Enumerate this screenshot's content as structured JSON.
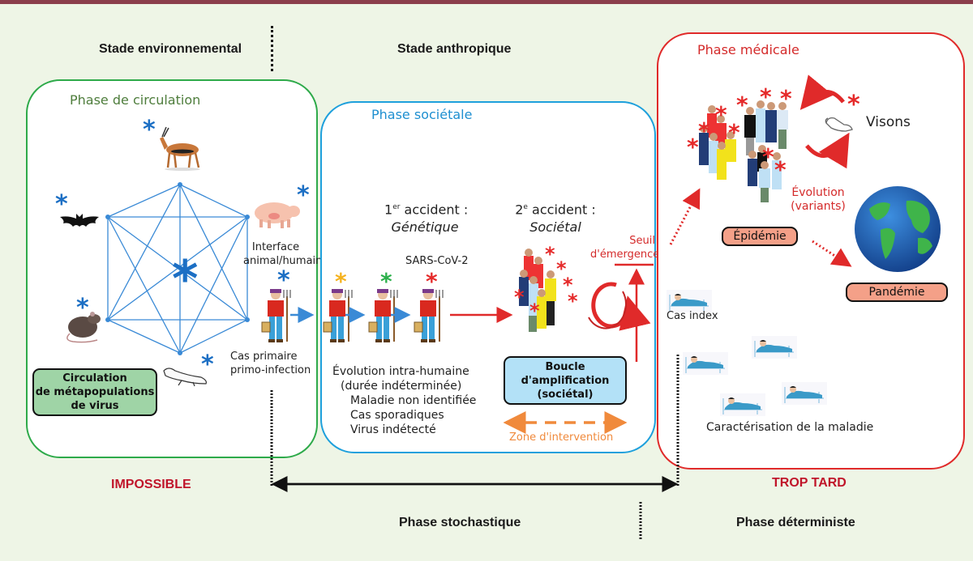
{
  "header": {
    "stage_environmental": "Stade environnemental",
    "stage_anthropic": "Stade anthropique"
  },
  "panels": {
    "circulation": {
      "title": "Phase de circulation",
      "title_color": "#4e7d3c",
      "border_color": "#2eaa4a",
      "interface_label": [
        "Interface",
        "animal/humain"
      ],
      "primary_case_label": [
        "Cas primaire",
        "primo-infection"
      ],
      "metapop_box": [
        "Circulation",
        "de métapopulations",
        "de virus"
      ],
      "metapop_box_color": "#9fd4a6",
      "animals": [
        "gazelle",
        "pig",
        "bat",
        "rat",
        "ferret"
      ]
    },
    "societal": {
      "title": "Phase sociétale",
      "title_color": "#1e8fd0",
      "border_color": "#1ea0dc",
      "accident1_line1": "1er accident :",
      "accident1_sup": "er",
      "accident1_num": "1",
      "accident1_rest": " accident :",
      "accident1_line2": "Génétique",
      "accident2_num": "2",
      "accident2_sup": "e",
      "accident2_rest": " accident :",
      "accident2_line2": "Sociétal",
      "virus_label": "SARS-CoV-2",
      "threshold_label": [
        "Seuil",
        "d'émergence"
      ],
      "evolution_label": [
        "Évolution intra-humaine",
        "(durée indéterminée)"
      ],
      "evolution_items": [
        "Maladie non identifiée",
        "Cas sporadiques",
        "Virus indétecté"
      ],
      "loop_box": [
        "Boucle",
        "d'amplification",
        "(sociétal)"
      ],
      "loop_box_color": "#b3e1f7",
      "intervention_label": "Zone d'intervention",
      "intervention_color": "#f08a3c",
      "variant_asterisk_colors": [
        "#f5b21e",
        "#2bb04a",
        "#e52a2a"
      ]
    },
    "medical": {
      "title": "Phase médicale",
      "title_color": "#d42a2a",
      "border_color": "#e02a2a",
      "minks_label": "Visons",
      "evolution_label": [
        "Évolution",
        "(variants)"
      ],
      "epidemic_box": "Épidémie",
      "pandemic_box": "Pandémie",
      "box_color": "#f4a088",
      "index_case_label": "Cas index",
      "characterisation_label": "Caractérisation de la maladie"
    }
  },
  "footer": {
    "impossible": "IMPOSSIBLE",
    "too_late": "TROP TARD",
    "stochastic": "Phase stochastique",
    "deterministic": "Phase déterministe"
  },
  "colors": {
    "top_bar": "#8b3e4c",
    "background": "#eef5e6",
    "network_blue": "#3a8ad6",
    "asterisk_blue": "#1c6fc4",
    "alert_red": "#c0152a"
  }
}
